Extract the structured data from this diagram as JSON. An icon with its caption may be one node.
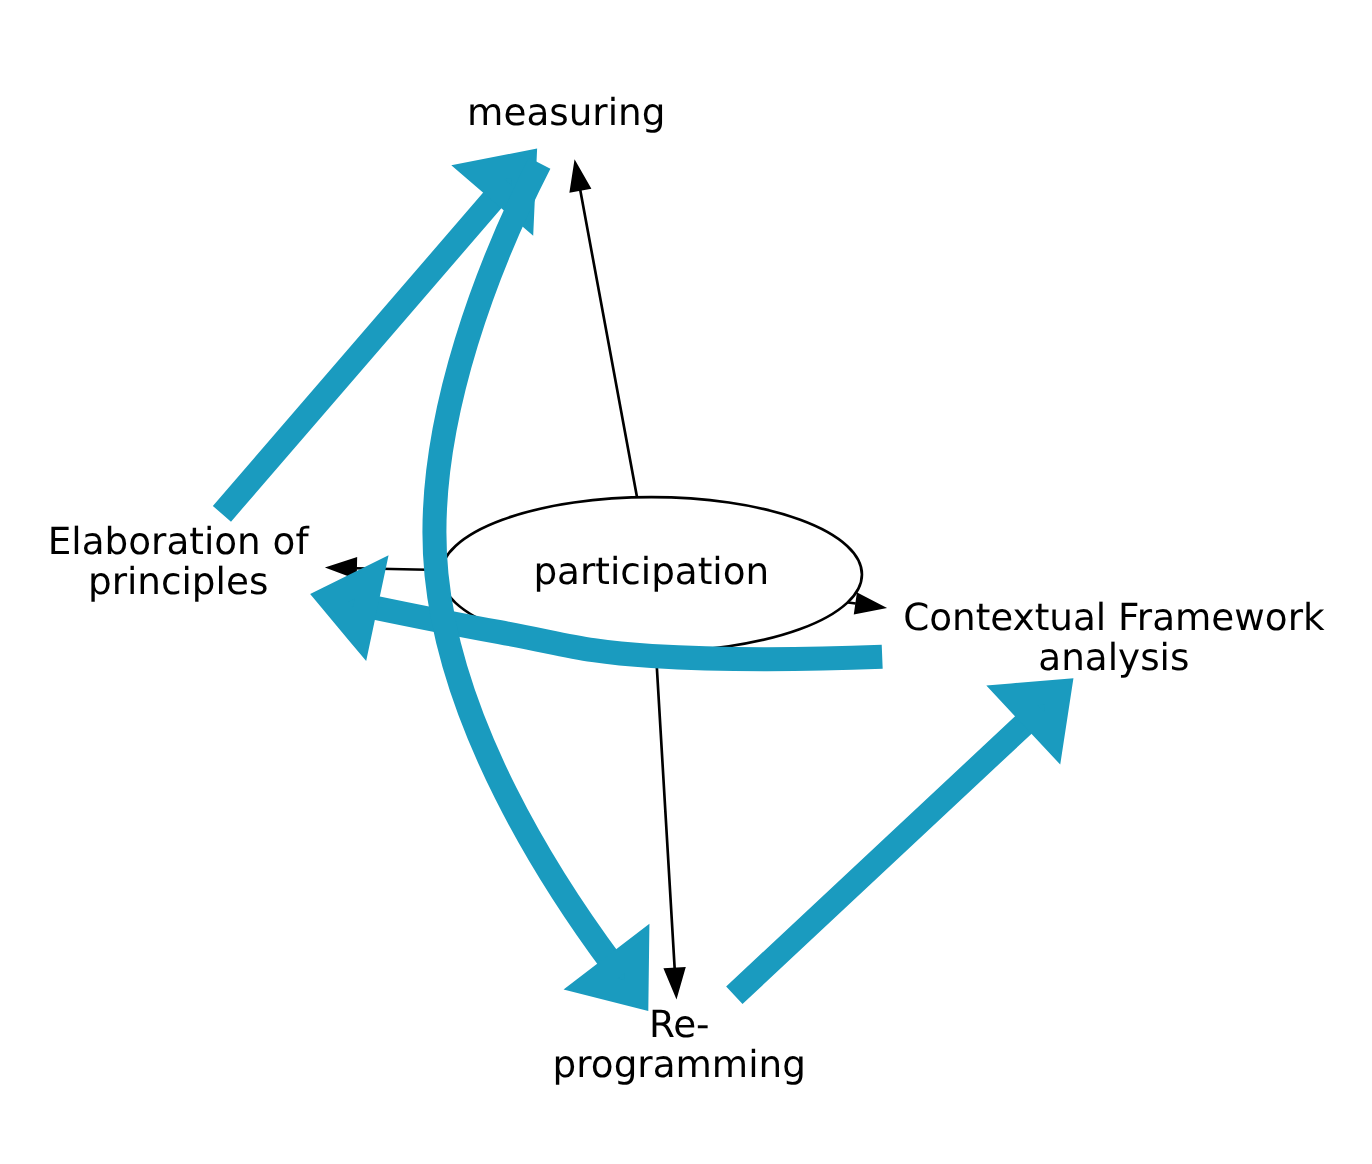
{
  "diagram": {
    "nodes": [
      {
        "text": [
          "participation"
        ]
      },
      {
        "text": [
          "Re- programming"
        ]
      },
      {
        "text": [
          "Contextual Framework analysis"
        ]
      },
      {
        "text": [
          "Elaboration of principles"
        ]
      },
      {
        "text": [
          "measuring"
        ]
      }
    ],
    "edges": [
      {
        "from": 0,
        "to": 1,
        "arrow": "to"
      },
      {
        "from": 0,
        "to": 2,
        "arrow": "to"
      },
      {
        "from": 0,
        "to": 3,
        "arrow": "to"
      },
      {
        "from": 0,
        "to": 4,
        "arrow": "to"
      },
      {
        "from": 1,
        "to": 2,
        "arrow": "to",
        "style": "thick",
        "color": "#1a9bbf"
      },
      {
        "from": 2,
        "to": 3,
        "arrow": "to",
        "style": "thick",
        "color": "#1a9bbf"
      },
      {
        "from": 3,
        "to": 4,
        "arrow": "to",
        "style": "thick",
        "color": "#1a9bbf"
      },
      {
        "from": 4,
        "to": 1,
        "arrow": "to",
        "style": "thick",
        "color": "#1a9bbf"
      }
    ]
  }
}
